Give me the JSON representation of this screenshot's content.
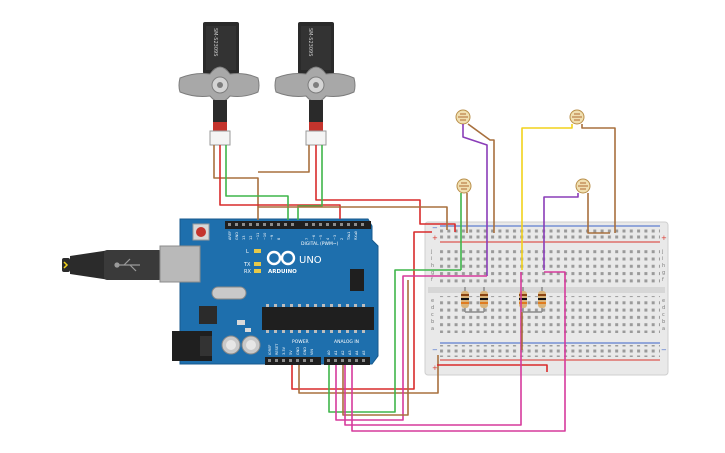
{
  "servos": [
    {
      "model": "SM-S2309S"
    },
    {
      "model": "SM-S2309S"
    }
  ],
  "arduino": {
    "brand": "ARDUINO",
    "model": "UNO",
    "digital_header": "DIGITAL (PWM~)",
    "analog_header": "ANALOG IN",
    "power_header": "POWER",
    "tx": "TX",
    "rx": "RX",
    "l": "L",
    "tx_pin": "TX▸1",
    "rx_pin": "RX◂0",
    "aref": "AREF",
    "gnd": "GND",
    "pin_13": "13",
    "pin_12": "12",
    "pin_11": "~11",
    "pin_10": "~10",
    "pin_9": "~9",
    "pin_8": "8",
    "pin_7": "7",
    "pin_6": "~6",
    "pin_5": "~5",
    "pin_4": "4",
    "pin_3": "~3",
    "pin_2": "2",
    "power_pins": [
      "IOREF",
      "RESET",
      "3.3V",
      "5V",
      "GND",
      "GND",
      "VIN"
    ],
    "analog_pins": [
      "A0",
      "A1",
      "A2",
      "A3",
      "A4",
      "A5"
    ]
  },
  "breadboard": {
    "row_letters_top": [
      "j",
      "i",
      "h",
      "g",
      "f"
    ],
    "row_letters_bottom": [
      "e",
      "d",
      "c",
      "b",
      "a"
    ],
    "plus": "+",
    "minus": "−"
  },
  "colors": {
    "wire_red": "#d92b2b",
    "wire_brown": "#a8703e",
    "wire_green": "#3fb54a",
    "wire_purple": "#8a3db8",
    "wire_yellow": "#f2d21b",
    "wire_magenta": "#d63a9c",
    "arduino_board": "#1e6fad",
    "breadboard": "#e9e9e9"
  }
}
